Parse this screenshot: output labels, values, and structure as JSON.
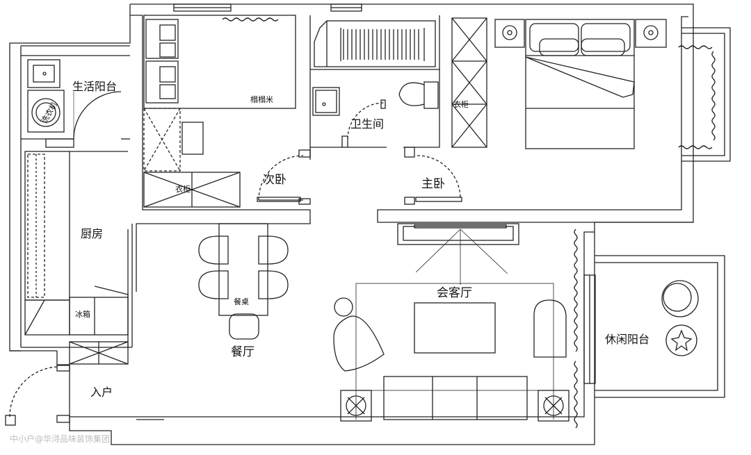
{
  "rooms": {
    "utility_balcony": "生活阳台",
    "washer": "洗衣机",
    "tatami": "榻榻米",
    "second_bedroom": "次卧",
    "wardrobe_second": "衣柜",
    "bathroom": "卫生间",
    "wardrobe_master": "衣柜",
    "master_bedroom": "主卧",
    "kitchen": "厨房",
    "fridge": "冰箱",
    "dining_table": "餐桌",
    "dining_room": "餐厅",
    "entrance": "入户",
    "living_room": "会客厅",
    "leisure_balcony": "休闲阳台"
  },
  "watermark": "中小户@华浔品味装饰集团"
}
